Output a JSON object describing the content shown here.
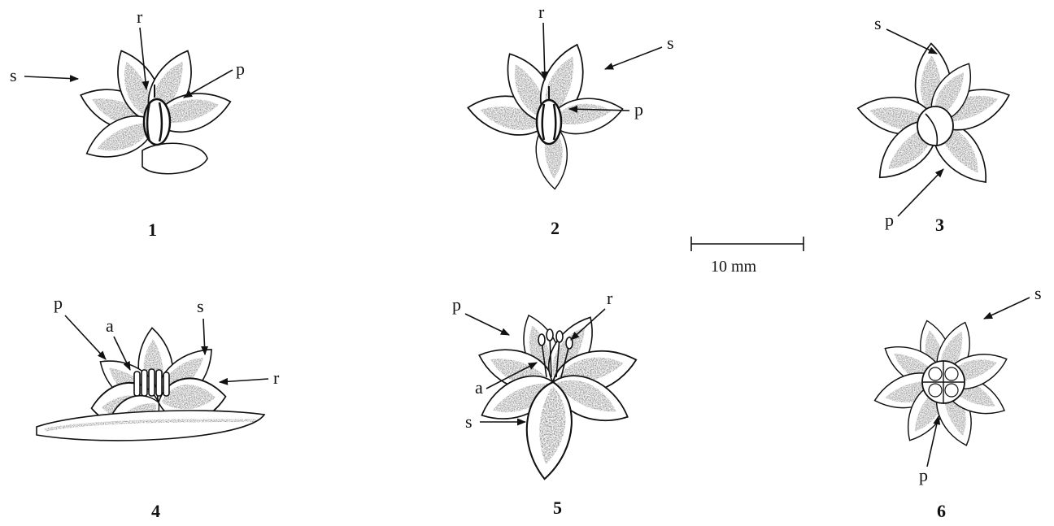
{
  "figures": [
    {
      "number": "1",
      "labels": [
        "r",
        "s",
        "p"
      ]
    },
    {
      "number": "2",
      "labels": [
        "r",
        "s",
        "p"
      ]
    },
    {
      "number": "3",
      "labels": [
        "s",
        "p"
      ]
    },
    {
      "number": "4",
      "labels": [
        "p",
        "a",
        "s",
        "r"
      ]
    },
    {
      "number": "5",
      "labels": [
        "p",
        "r",
        "a",
        "s"
      ]
    },
    {
      "number": "6",
      "labels": [
        "s",
        "p"
      ]
    }
  ],
  "scale_bar": {
    "label": "10 mm"
  },
  "colors": {
    "ink": "#111111",
    "stipple": "#555555",
    "background": "#ffffff"
  }
}
